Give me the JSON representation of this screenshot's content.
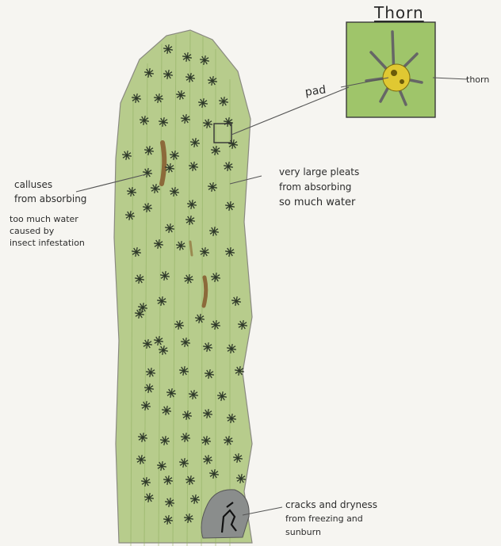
{
  "title": "Thorn",
  "labels": {
    "pad": "pad",
    "thorn": "thorn",
    "pleats": [
      "very large pleats",
      "from absorbing",
      "so much water"
    ],
    "calluses": [
      "calluses",
      "from absorbing",
      "too much water",
      "caused by",
      "insect infestation"
    ],
    "cracks": [
      "cracks and dryness",
      "from freezing and",
      "sunburn"
    ]
  },
  "colors": {
    "cactus_fill": "#b7cc8c",
    "cactus_stripe": "#8fae5f",
    "spine": "#2f3a2a",
    "callus": "#8c6a3a",
    "crack_patch": "#8a8d8c",
    "inset_fill": "#9fc56a",
    "areole": "#e0c832",
    "ink": "#2c2c2c"
  }
}
